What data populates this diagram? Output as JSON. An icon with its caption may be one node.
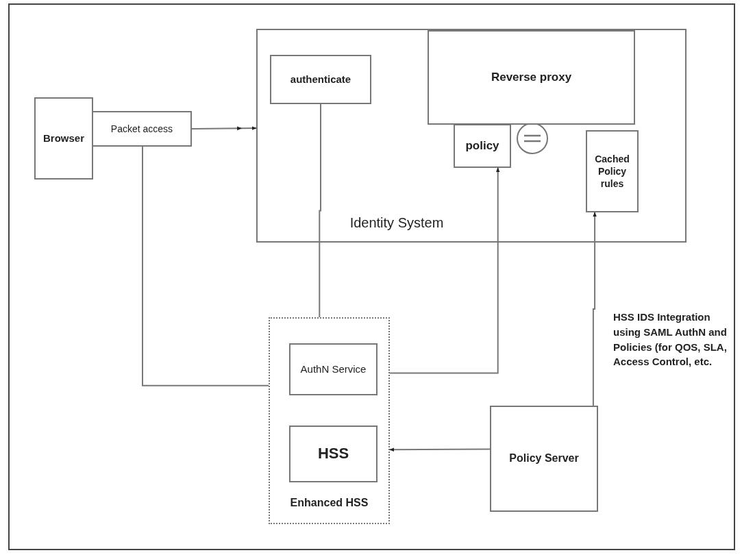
{
  "diagram": {
    "nodes": [
      {
        "text": [
          "Identity System"
        ]
      },
      {
        "text": [
          "authenticate"
        ],
        "in": 0
      },
      {
        "text": [
          "Reverse proxy"
        ],
        "in": 0
      },
      {
        "text": [
          "policy"
        ],
        "in": 0
      },
      {
        "text": [
          "Cached Policy rules"
        ],
        "in": 0
      },
      {
        "text": [
          "Browser"
        ]
      },
      {
        "text": [
          "Packet access"
        ]
      },
      {
        "text": [
          "Enhanced HSS"
        ]
      },
      {
        "text": [
          "AuthN Service"
        ],
        "in": 7
      },
      {
        "text": [
          "HSS"
        ],
        "in": 7
      },
      {
        "text": [
          "Policy Server"
        ]
      }
    ],
    "edges": [
      {
        "from": 6,
        "to": 0,
        "arrow": "to"
      },
      {
        "from": 1,
        "to": 7,
        "arrow": "none"
      },
      {
        "from": 7,
        "to": 3,
        "arrow": "to"
      },
      {
        "from": 6,
        "to": 7,
        "arrow": "none"
      },
      {
        "from": 10,
        "to": 7,
        "arrow": "to"
      },
      {
        "from": 10,
        "to": 4,
        "arrow": "to",
        "label": "HSS IDS Integration using SAML AuthN and Policies (for QOS, SLA, Access Control, etc."
      }
    ]
  }
}
